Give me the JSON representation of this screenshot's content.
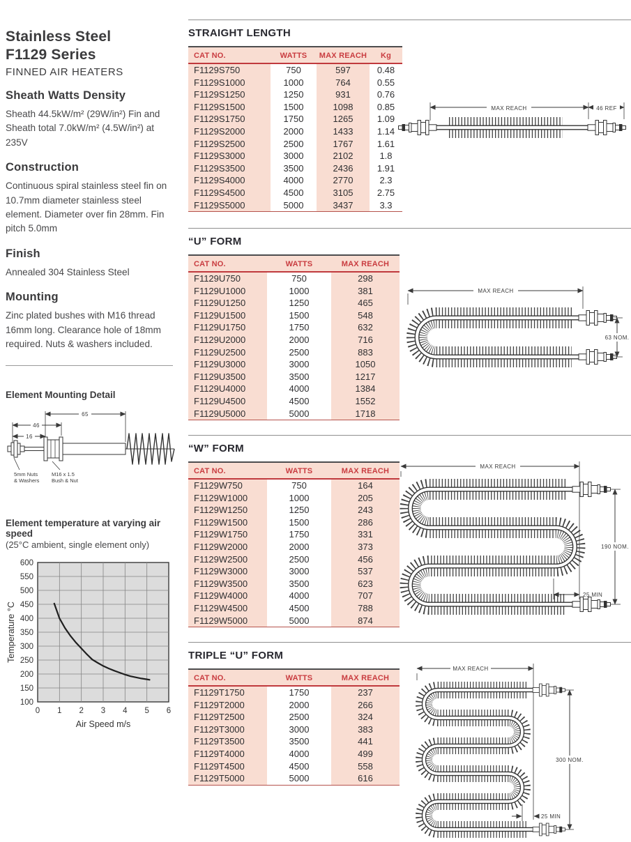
{
  "colors": {
    "accent_red": "#c93c40",
    "pink": "#f9ddd2",
    "text_dark": "#3b3b3d",
    "rule_gray": "#8e8e8e",
    "chart_bg": "#dcdcdc"
  },
  "left": {
    "title_line1": "Stainless Steel",
    "title_line2": "F1129 Series",
    "subtitle": "FINNED AIR HEATERS",
    "sections": [
      {
        "heading": "Sheath Watts Density",
        "body": "Sheath 44.5kW/m² (29W/in²) Fin and Sheath total 7.0kW/m² (4.5W/in²) at 235V"
      },
      {
        "heading": "Construction",
        "body": "Continuous spiral stainless steel fin on 10.7mm diameter stainless steel element. Diameter over fin 28mm. Fin pitch 5.0mm"
      },
      {
        "heading": "Finish",
        "body": "Annealed 304 Stainless Steel"
      },
      {
        "heading": "Mounting",
        "body": "Zinc plated bushes with M16 thread 16mm long. Clearance hole of 18mm required. Nuts & washers included."
      }
    ],
    "mounting_detail": {
      "title": "Element Mounting Detail",
      "dim_65": "65",
      "dim_46": "46",
      "dim_16": "16",
      "label_nuts_line1": "5mm Nuts",
      "label_nuts_line2": "& Washers",
      "label_bush_line1": "M16 x 1.5",
      "label_bush_line2": "Bush & Nut"
    },
    "chart_title": "Element temperature at varying air speed",
    "chart_subtitle": "(25°C ambient, single element only)"
  },
  "sections": [
    {
      "title": "STRAIGHT LENGTH",
      "table": {
        "columns": [
          "CAT NO.",
          "WATTS",
          "MAX REACH",
          "Kg"
        ],
        "rows": [
          [
            "F1129S750",
            "750",
            "597",
            "0.48"
          ],
          [
            "F1129S1000",
            "1000",
            "764",
            "0.55"
          ],
          [
            "F1129S1250",
            "1250",
            "931",
            "0.76"
          ],
          [
            "F1129S1500",
            "1500",
            "1098",
            "0.85"
          ],
          [
            "F1129S1750",
            "1750",
            "1265",
            "1.09"
          ],
          [
            "F1129S2000",
            "2000",
            "1433",
            "1.14"
          ],
          [
            "F1129S2500",
            "2500",
            "1767",
            "1.61"
          ],
          [
            "F1129S3000",
            "3000",
            "2102",
            "1.8"
          ],
          [
            "F1129S3500",
            "3500",
            "2436",
            "1.91"
          ],
          [
            "F1129S4000",
            "4000",
            "2770",
            "2.3"
          ],
          [
            "F1129S4500",
            "4500",
            "3105",
            "2.75"
          ],
          [
            "F1129S5000",
            "5000",
            "3437",
            "3.3"
          ]
        ]
      },
      "diagram": {
        "max_reach": "MAX REACH",
        "end_ref": "46 REF"
      }
    },
    {
      "title": "“U” FORM",
      "table": {
        "columns": [
          "CAT NO.",
          "WATTS",
          "MAX REACH"
        ],
        "rows": [
          [
            "F1129U750",
            "750",
            "298"
          ],
          [
            "F1129U1000",
            "1000",
            "381"
          ],
          [
            "F1129U1250",
            "1250",
            "465"
          ],
          [
            "F1129U1500",
            "1500",
            "548"
          ],
          [
            "F1129U1750",
            "1750",
            "632"
          ],
          [
            "F1129U2000",
            "2000",
            "716"
          ],
          [
            "F1129U2500",
            "2500",
            "883"
          ],
          [
            "F1129U3000",
            "3000",
            "1050"
          ],
          [
            "F1129U3500",
            "3500",
            "1217"
          ],
          [
            "F1129U4000",
            "4000",
            "1384"
          ],
          [
            "F1129U4500",
            "4500",
            "1552"
          ],
          [
            "F1129U5000",
            "5000",
            "1718"
          ]
        ]
      },
      "diagram": {
        "max_reach": "MAX REACH",
        "height": "63 NOM."
      }
    },
    {
      "title": "“W” FORM",
      "table": {
        "columns": [
          "CAT NO.",
          "WATTS",
          "MAX REACH"
        ],
        "rows": [
          [
            "F1129W750",
            "750",
            "164"
          ],
          [
            "F1129W1000",
            "1000",
            "205"
          ],
          [
            "F1129W1250",
            "1250",
            "243"
          ],
          [
            "F1129W1500",
            "1500",
            "286"
          ],
          [
            "F1129W1750",
            "1750",
            "331"
          ],
          [
            "F1129W2000",
            "2000",
            "373"
          ],
          [
            "F1129W2500",
            "2500",
            "456"
          ],
          [
            "F1129W3000",
            "3000",
            "537"
          ],
          [
            "F1129W3500",
            "3500",
            "623"
          ],
          [
            "F1129W4000",
            "4000",
            "707"
          ],
          [
            "F1129W4500",
            "4500",
            "788"
          ],
          [
            "F1129W5000",
            "5000",
            "874"
          ]
        ]
      },
      "diagram": {
        "max_reach": "MAX REACH",
        "height": "190 NOM.",
        "min": "25 MIN"
      }
    },
    {
      "title": "TRIPLE “U” FORM",
      "table": {
        "columns": [
          "CAT NO.",
          "WATTS",
          "MAX REACH"
        ],
        "rows": [
          [
            "F1129T1750",
            "1750",
            "237"
          ],
          [
            "F1129T2000",
            "2000",
            "266"
          ],
          [
            "F1129T2500",
            "2500",
            "324"
          ],
          [
            "F1129T3000",
            "3000",
            "383"
          ],
          [
            "F1129T3500",
            "3500",
            "441"
          ],
          [
            "F1129T4000",
            "4000",
            "499"
          ],
          [
            "F1129T4500",
            "4500",
            "558"
          ],
          [
            "F1129T5000",
            "5000",
            "616"
          ]
        ]
      },
      "diagram": {
        "max_reach": "MAX REACH",
        "height": "300 NOM.",
        "min": "25 MIN"
      }
    }
  ],
  "chart_data": {
    "type": "line",
    "title": "Element temperature at varying air speed",
    "subtitle": "(25°C ambient, single element only)",
    "xlabel": "Air Speed m/s",
    "ylabel": "Temperature °C",
    "xlim": [
      0,
      6
    ],
    "ylim": [
      100,
      600
    ],
    "x_ticks": [
      0,
      1,
      2,
      3,
      4,
      5,
      6
    ],
    "y_tick_step": 50,
    "grid": true,
    "plot_bg": "#dcdcdc",
    "legend": false,
    "series": [
      {
        "name": "single element temperature",
        "points": [
          [
            0.75,
            455
          ],
          [
            1,
            400
          ],
          [
            1.25,
            365
          ],
          [
            1.5,
            337
          ],
          [
            1.75,
            313
          ],
          [
            2,
            292
          ],
          [
            2.25,
            271
          ],
          [
            2.5,
            252
          ],
          [
            2.75,
            240
          ],
          [
            3,
            229
          ],
          [
            3.25,
            220
          ],
          [
            3.5,
            212
          ],
          [
            3.75,
            205
          ],
          [
            4,
            198
          ],
          [
            4.25,
            192
          ],
          [
            4.5,
            188
          ],
          [
            4.75,
            184
          ],
          [
            5,
            181
          ],
          [
            5.15,
            179
          ]
        ]
      }
    ]
  }
}
